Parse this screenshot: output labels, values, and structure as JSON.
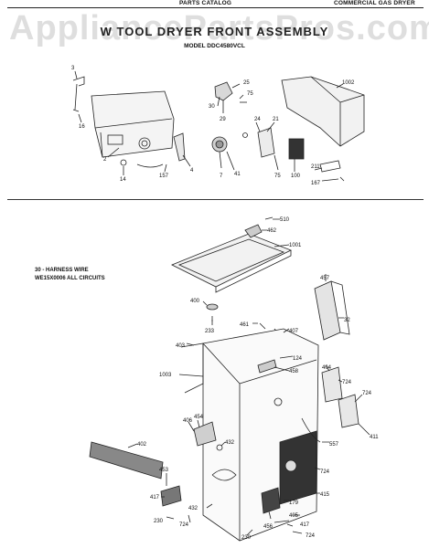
{
  "header": {
    "left": "PARTS CATALOG",
    "right": "COMMERCIAL GAS DRYER"
  },
  "watermark": "AppliancePartsPros.com",
  "title": "W TOOL DRYER FRONT ASSEMBLY",
  "model": "MODEL DDC4580VCL",
  "note": {
    "line1": "30 - HARNESS WIRE",
    "line2": "WE15X0006 ALL CIRCUITS"
  },
  "callouts_top": [
    "3",
    "16",
    "2",
    "14",
    "157",
    "4",
    "25",
    "75",
    "30",
    "29",
    "24",
    "21",
    "7",
    "41",
    "75",
    "100",
    "1002",
    "211",
    "167"
  ],
  "callouts_bottom": [
    "510",
    "462",
    "1001",
    "457",
    "32",
    "400",
    "233",
    "461",
    "407",
    "403",
    "124",
    "458",
    "1003",
    "404",
    "724",
    "724",
    "454",
    "406",
    "432",
    "411",
    "557",
    "402",
    "724",
    "453",
    "415",
    "417",
    "432",
    "179",
    "724",
    "405",
    "230",
    "456",
    "417",
    "230",
    "724"
  ]
}
